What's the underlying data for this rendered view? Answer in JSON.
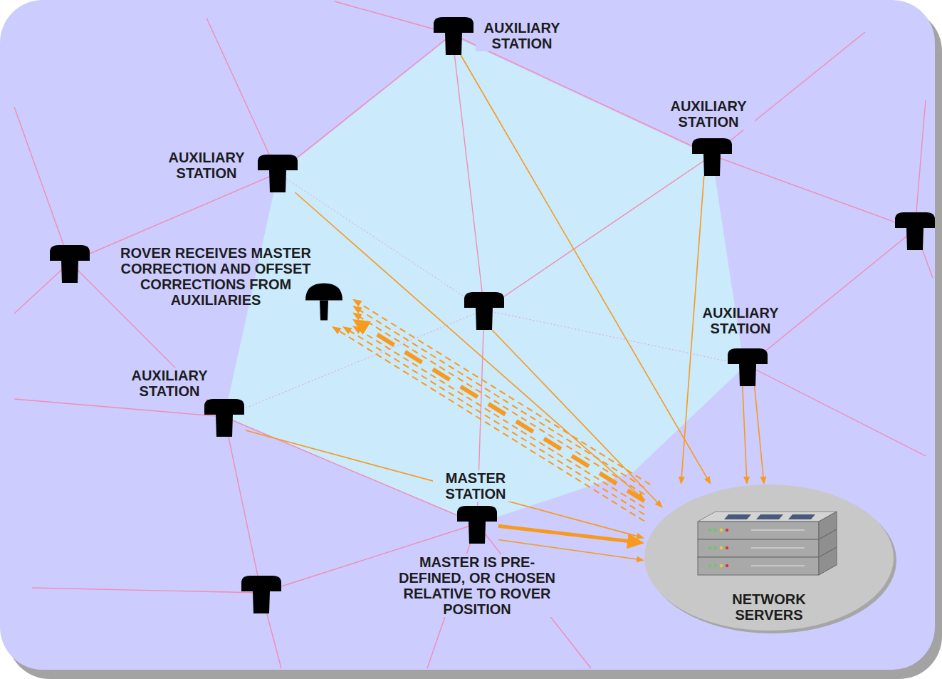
{
  "diagram": {
    "nodes": [
      {
        "text": [
          "AUXILIARY STATION"
        ]
      },
      {
        "text": [
          "AUXILIARY STATION"
        ]
      },
      {
        "text": [
          "AUXILIARY STATION"
        ]
      },
      {
        "text": [
          "ROVER RECEIVES MASTER CORRECTION AND OFFSET CORRECTIONS FROM AUXILIARIES"
        ]
      },
      {
        "text": [
          "AUXILIARY STATION"
        ]
      },
      {
        "text": [
          "AUXILIARY STATION"
        ]
      },
      {
        "text": [
          "MASTER STATION",
          "MASTER IS PRE- DEFINED, OR CHOSEN RELATIVE TO ROVER POSITION"
        ]
      },
      {
        "text": [
          "NETWORK SERVERS"
        ]
      }
    ],
    "edges": [
      {
        "from": 0,
        "to": 7,
        "arrow": "to"
      },
      {
        "from": 1,
        "to": 7,
        "arrow": "to"
      },
      {
        "from": 2,
        "to": 7,
        "arrow": "to"
      },
      {
        "from": 4,
        "to": 7,
        "arrow": "to"
      },
      {
        "from": 4,
        "to": 7,
        "arrow": "to"
      },
      {
        "from": 5,
        "to": 7,
        "arrow": "to"
      },
      {
        "from": 6,
        "to": 7,
        "arrow": "to"
      },
      {
        "from": 6,
        "to": 7,
        "arrow": "to"
      },
      {
        "from": 7,
        "to": 3,
        "arrow": "to"
      },
      {
        "from": 7,
        "to": 3,
        "arrow": "to"
      },
      {
        "from": 7,
        "to": 3,
        "arrow": "to"
      },
      {
        "from": 7,
        "to": 3,
        "arrow": "to"
      },
      {
        "from": 7,
        "to": 3,
        "arrow": "to"
      },
      {
        "from": 7,
        "to": 3,
        "arrow": "to"
      },
      {
        "from": 7,
        "to": 3,
        "arrow": "to"
      }
    ]
  }
}
